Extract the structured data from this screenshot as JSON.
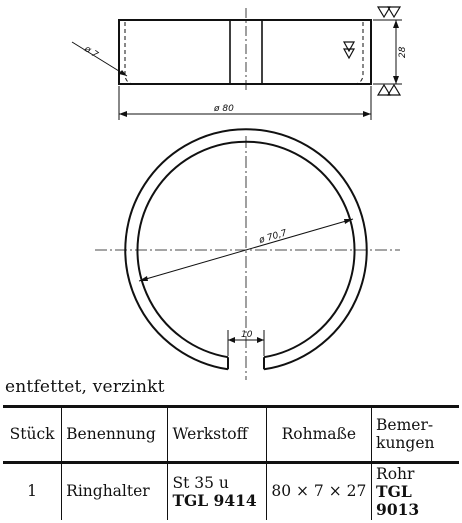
{
  "drawing": {
    "dims": {
      "chamfer": "ø 7",
      "outer_diameter": "ø 80",
      "height": "28",
      "inner_diameter": "ø 70,7",
      "gap": "10"
    }
  },
  "note": "entfettet, verzinkt",
  "table": {
    "headers": {
      "qty": "Stück",
      "name": "Benennung",
      "material": "Werkstoff",
      "raw": "Rohmaße",
      "remarks_l1": "Bemer-",
      "remarks_l2": "kungen"
    },
    "row": {
      "qty": "1",
      "name": "Ringhalter",
      "material_l1": "St 35 u",
      "material_l2": "TGL 9414",
      "raw": "80 × 7 × 27",
      "remarks_l1": "Rohr",
      "remarks_l2": "TGL 9013"
    }
  }
}
